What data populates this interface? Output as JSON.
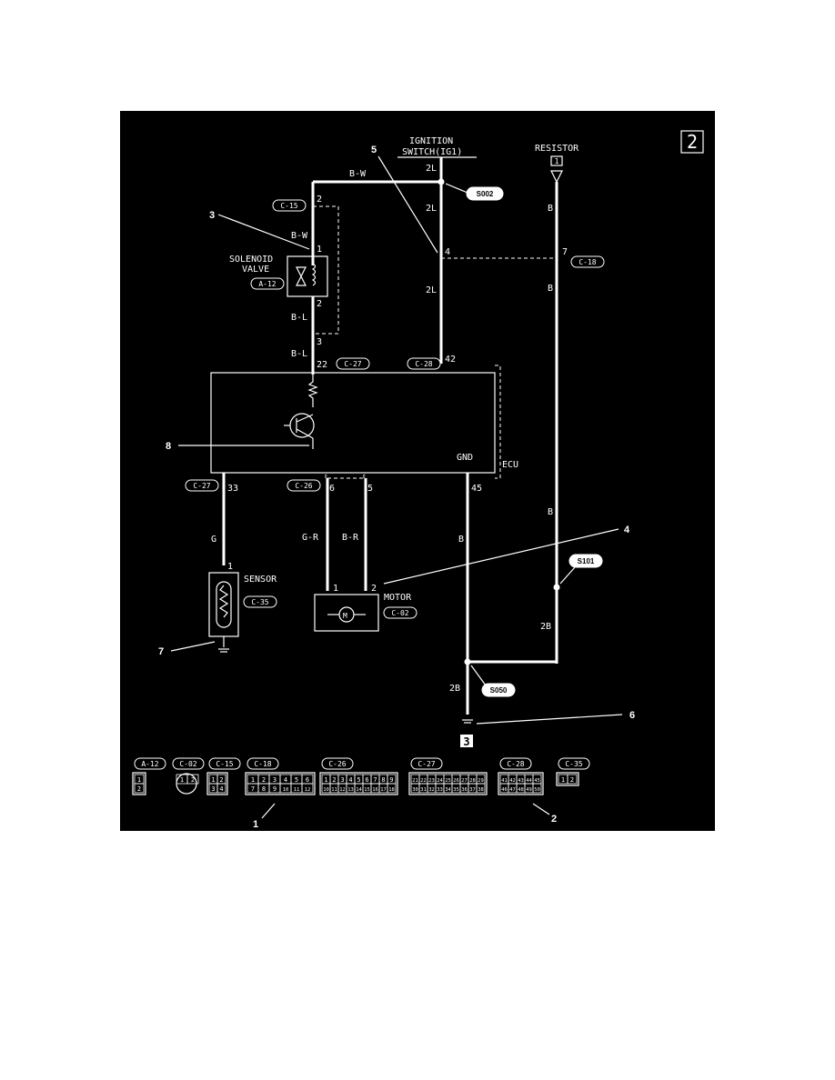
{
  "page_badge": "2",
  "ignition": {
    "line1": "IGNITION",
    "line2": "SWITCH(IG1)"
  },
  "resistor": {
    "label": "RESISTOR",
    "pin": "1"
  },
  "solenoid": {
    "line1": "SOLENOID",
    "line2": "VALVE",
    "connector": "A-12"
  },
  "sensor": {
    "label": "SENSOR",
    "connector": "C-35"
  },
  "motor": {
    "label": "MOTOR",
    "connector": "C-02"
  },
  "ecu": {
    "label": "ECU",
    "gnd": "GND"
  },
  "ground_badge": "3",
  "splices": {
    "s002": "S002",
    "s101": "S101",
    "s050": "S050"
  },
  "connectors": {
    "c15": "C-15",
    "c18": "C-18",
    "c27": "C-27",
    "c28": "C-28",
    "c26": "C-26"
  },
  "wires": {
    "bw": "B-W",
    "bl": "B-L",
    "l2": "2L",
    "b": "B",
    "b2": "2B",
    "g": "G",
    "gr": "G-R",
    "br": "B-R"
  },
  "pins": {
    "p1": "1",
    "p2": "2",
    "p3": "3",
    "p4": "4",
    "p5": "5",
    "p6": "6",
    "p7": "7",
    "p22": "22",
    "p33": "33",
    "p42": "42",
    "p45": "45"
  },
  "callouts": {
    "n1": "1",
    "n2": "2",
    "n3": "3",
    "n4": "4",
    "n5": "5",
    "n6": "6",
    "n7": "7",
    "n8": "8"
  },
  "legend": [
    {
      "id": "A-12",
      "pins": [
        "1",
        "2"
      ]
    },
    {
      "id": "C-02",
      "pins": [
        "1",
        "2"
      ]
    },
    {
      "id": "C-15",
      "pins": [
        "1",
        "2",
        "3",
        "4"
      ]
    },
    {
      "id": "C-18",
      "pins": [
        "1",
        "2",
        "3",
        "4",
        "5",
        "6",
        "7",
        "8",
        "9",
        "10",
        "11",
        "12"
      ]
    },
    {
      "id": "C-26",
      "pins": [
        "1",
        "2",
        "3",
        "4",
        "5",
        "6",
        "7",
        "8",
        "9",
        "10",
        "11",
        "12",
        "13",
        "14",
        "15",
        "16",
        "17",
        "18"
      ]
    },
    {
      "id": "C-27",
      "pins": [
        "21",
        "22",
        "23",
        "24",
        "25",
        "26",
        "27",
        "28",
        "29",
        "30",
        "31",
        "32",
        "33",
        "34",
        "35",
        "36",
        "37",
        "38"
      ]
    },
    {
      "id": "C-28",
      "pins": [
        "41",
        "42",
        "43",
        "44",
        "45",
        "46",
        "47",
        "48",
        "49",
        "50"
      ]
    },
    {
      "id": "C-35",
      "pins": [
        "1",
        "2"
      ]
    }
  ]
}
